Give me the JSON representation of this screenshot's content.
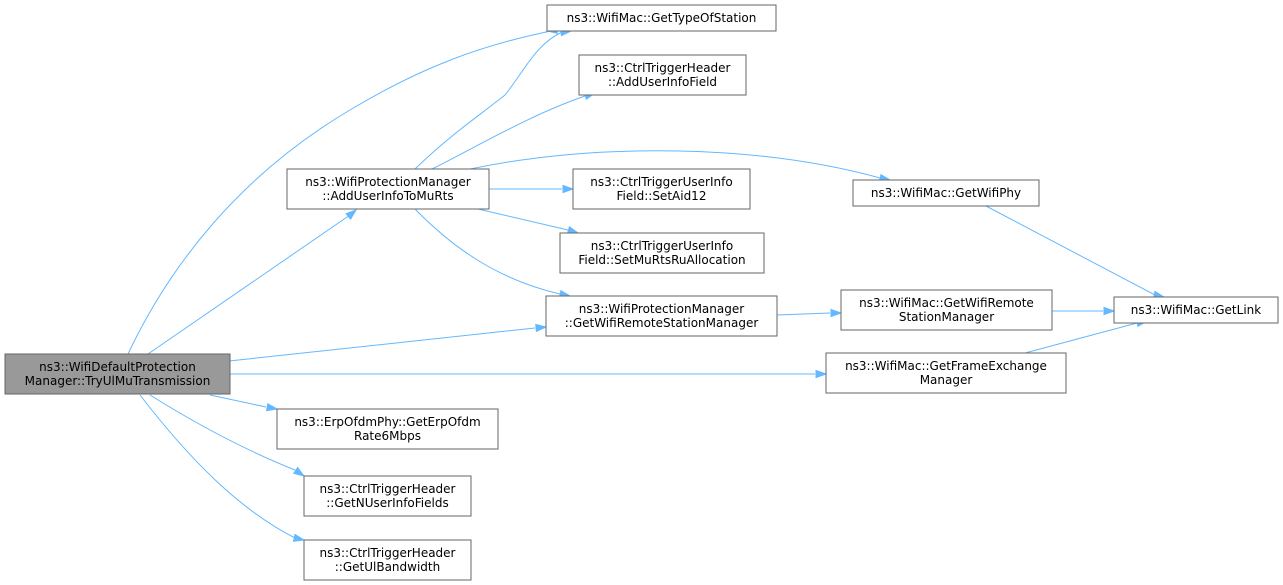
{
  "graph": {
    "nodes": {
      "root": {
        "lines": [
          "ns3::WifiDefaultProtection",
          "Manager::TryUlMuTransmission"
        ],
        "highlighted": true
      },
      "gettypeofstation": {
        "lines": [
          "ns3::WifiMac::GetTypeOfStation"
        ]
      },
      "adduserinfofield": {
        "lines": [
          "ns3::CtrlTriggerHeader",
          "::AddUserInfoField"
        ]
      },
      "adduserinfotomurts": {
        "lines": [
          "ns3::WifiProtectionManager",
          "::AddUserInfoToMuRts"
        ]
      },
      "setaid12": {
        "lines": [
          "ns3::CtrlTriggerUserInfo",
          "Field::SetAid12"
        ]
      },
      "setmurtsruallocation": {
        "lines": [
          "ns3::CtrlTriggerUserInfo",
          "Field::SetMuRtsRuAllocation"
        ]
      },
      "getwifiphy": {
        "lines": [
          "ns3::WifiMac::GetWifiPhy"
        ]
      },
      "pm_getwifiremotestationmanager": {
        "lines": [
          "ns3::WifiProtectionManager",
          "::GetWifiRemoteStationManager"
        ]
      },
      "mac_getwifiremotestationmanager": {
        "lines": [
          "ns3::WifiMac::GetWifiRemote",
          "StationManager"
        ]
      },
      "getlink": {
        "lines": [
          "ns3::WifiMac::GetLink"
        ]
      },
      "getframeexchangemanager": {
        "lines": [
          "ns3::WifiMac::GetFrameExchange",
          "Manager"
        ]
      },
      "geterpofdmrate6mbps": {
        "lines": [
          "ns3::ErpOfdmPhy::GetErpOfdm",
          "Rate6Mbps"
        ]
      },
      "getnuserinfofields": {
        "lines": [
          "ns3::CtrlTriggerHeader",
          "::GetNUserInfoFields"
        ]
      },
      "getulbandwidth": {
        "lines": [
          "ns3::CtrlTriggerHeader",
          "::GetUlBandwidth"
        ]
      }
    },
    "colors": {
      "edge": "#63b8ff",
      "node_border": "#666666",
      "node_fill": "#ffffff",
      "root_fill": "#999999"
    }
  }
}
